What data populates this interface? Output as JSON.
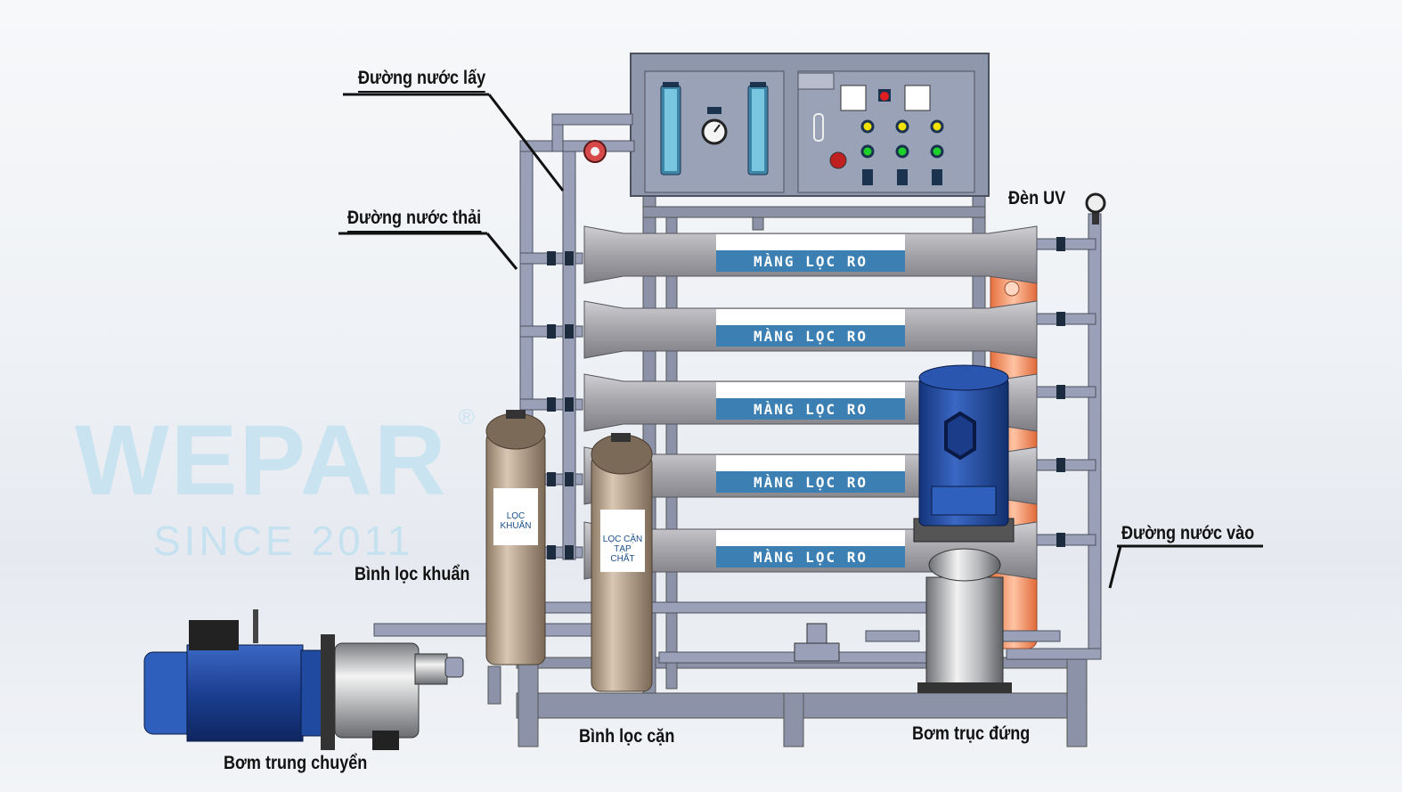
{
  "watermark": {
    "brand": "WEPAR",
    "registered": "®",
    "since": "SINCE 2011"
  },
  "labels": {
    "product_water": "Đường nước lấy",
    "waste_water": "Đường nước thải",
    "uv_lamp": "Đèn UV",
    "inlet_water": "Đường nước vào",
    "bacteria_filter": "Bình lọc khuẩn",
    "sediment_filter": "Bình lọc cặn",
    "vertical_pump": "Bơm trục đứng",
    "transfer_pump": "Bơm trung chuyển"
  },
  "membranes": [
    "MÀNG LỌC RO",
    "MÀNG LỌC RO",
    "MÀNG LỌC RO",
    "MÀNG LỌC RO",
    "MÀNG LỌC RO"
  ],
  "vessel_tags": {
    "bacteria": "LỌC KHUẨN",
    "sediment": "LỌC CẶN TẠP CHẤT"
  },
  "colors": {
    "frame": "#8c93a8",
    "pipe": "#9aa0b8",
    "membrane": "#a9a9ad",
    "label_band": "#3b7fb3",
    "motor": "#1f4aa0",
    "uv": "#f39a6e",
    "tank": "#b9a58e"
  }
}
